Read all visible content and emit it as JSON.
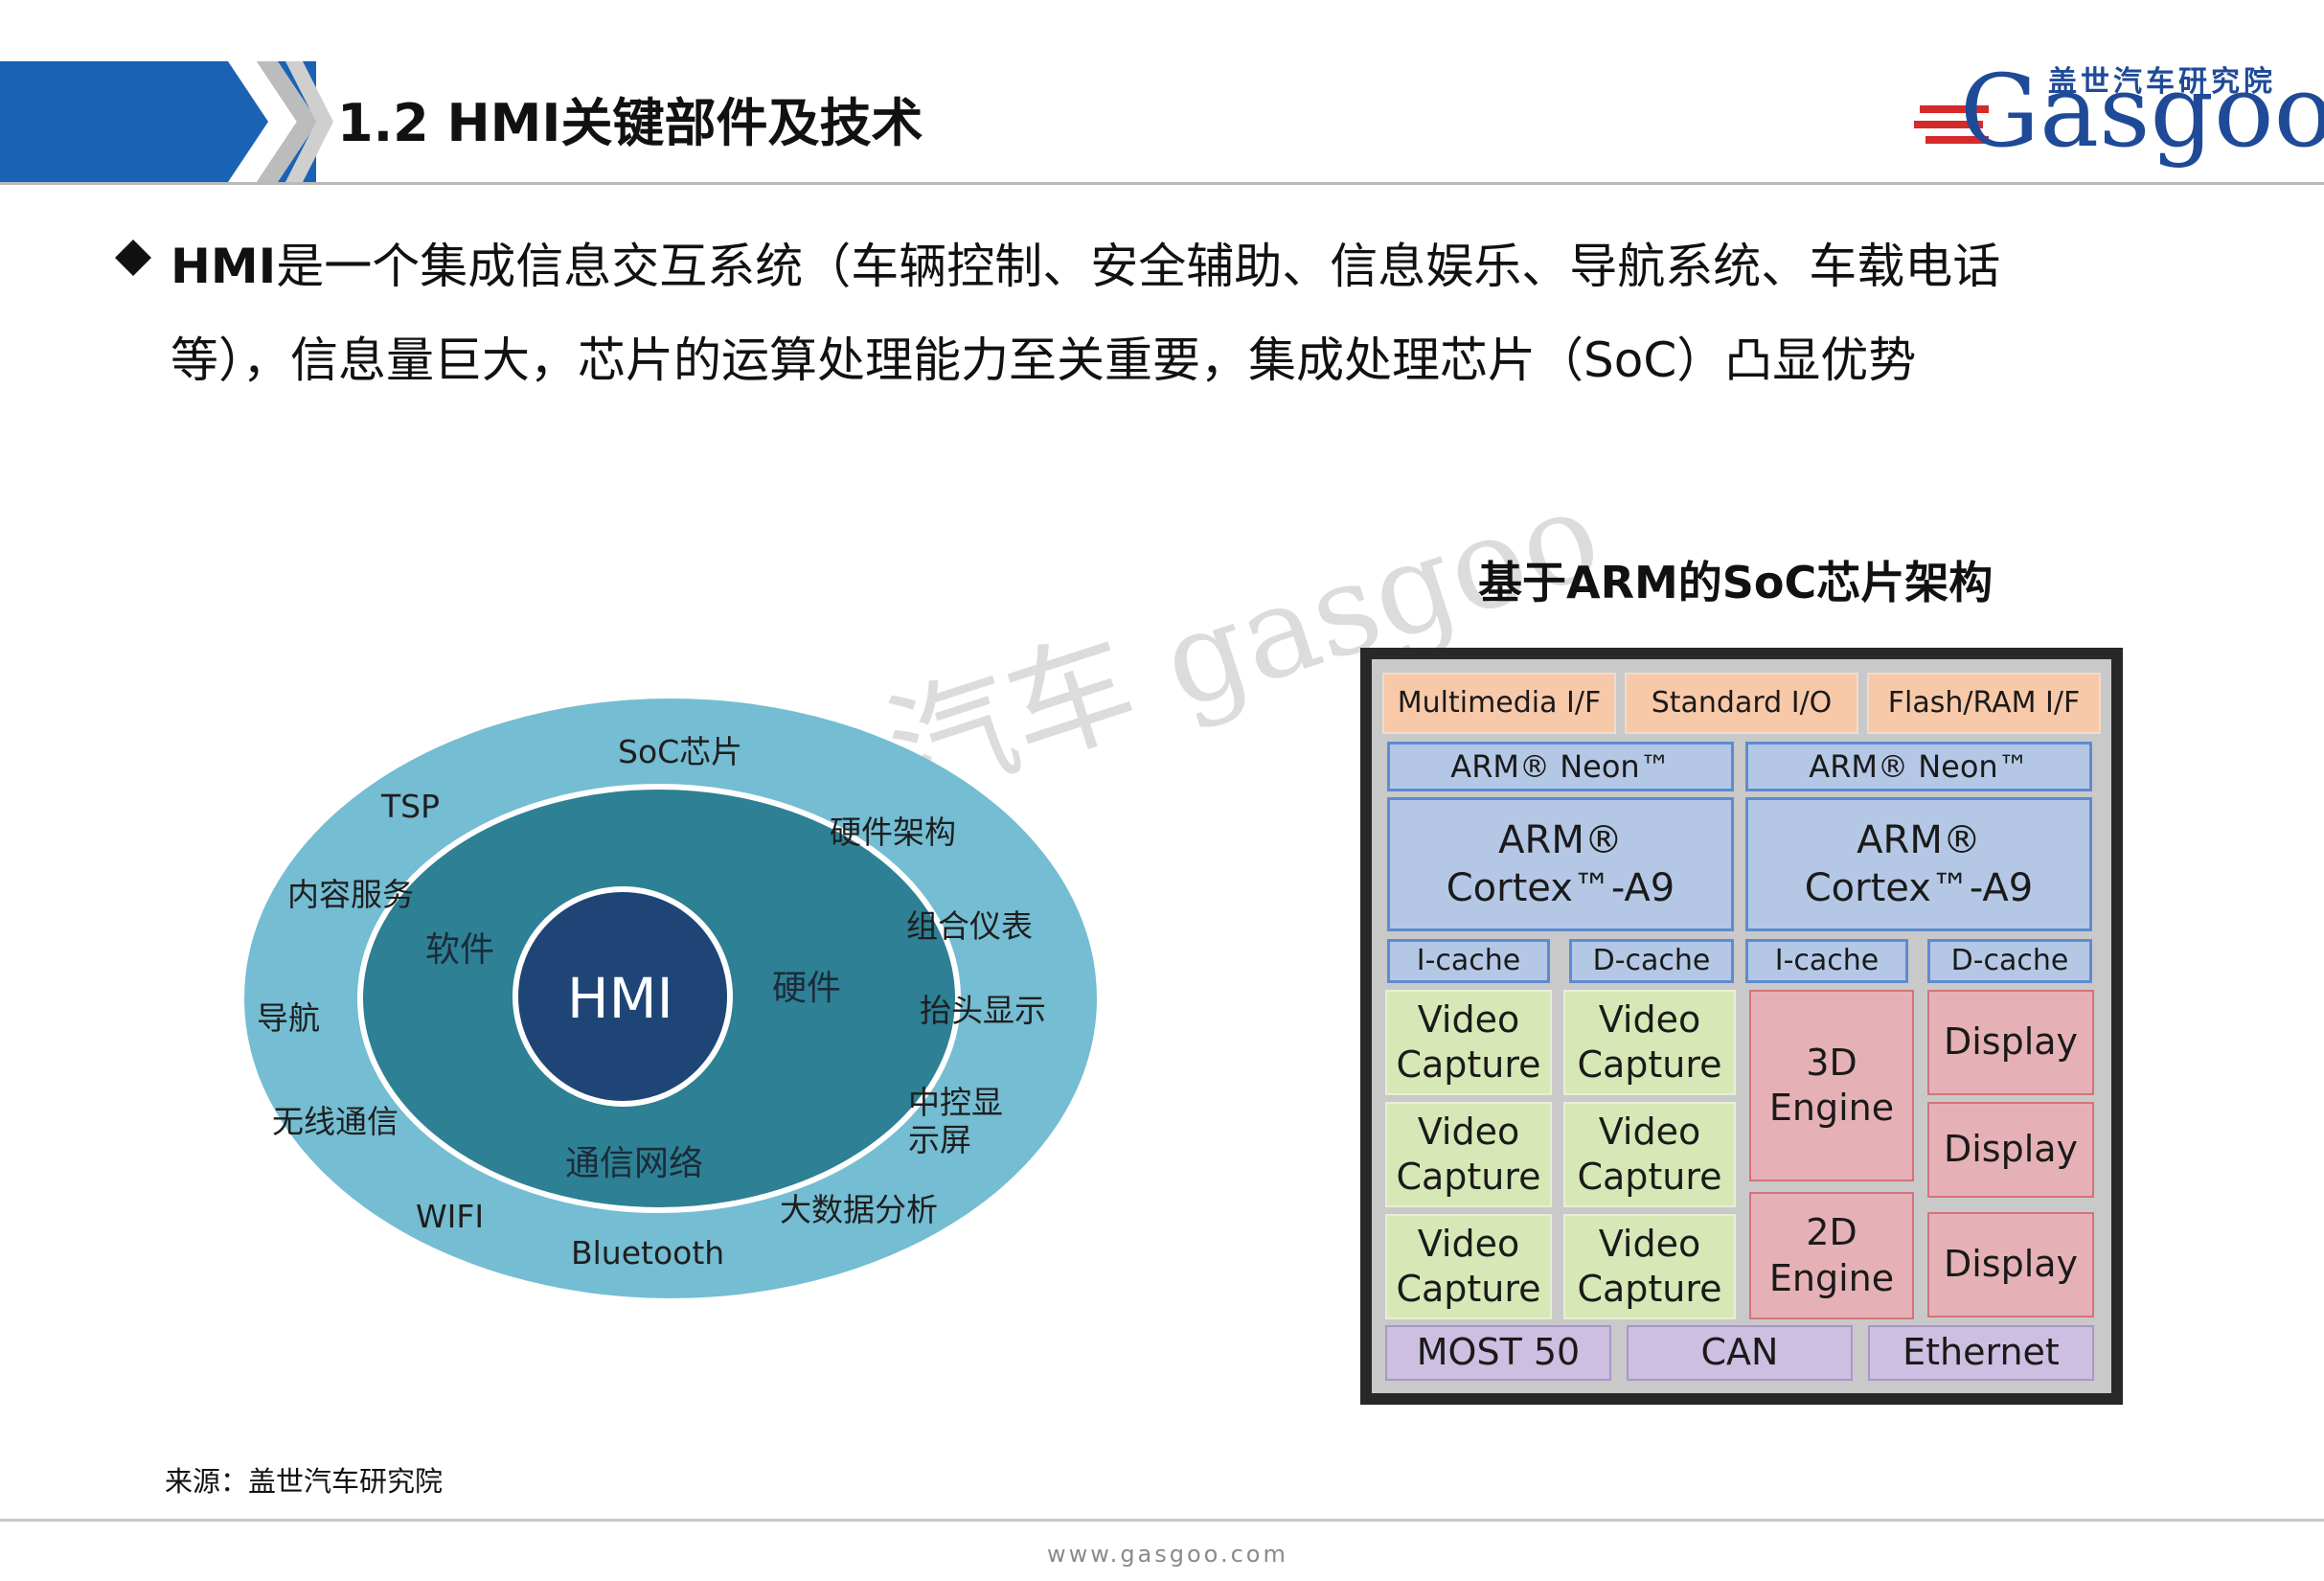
{
  "header": {
    "title": "1.2 HMI关键部件及技术",
    "logo": {
      "cn": "盖世汽车研究院",
      "en": "Gasgoo"
    }
  },
  "bullet": {
    "bold_lead": "HMI",
    "line1_rest": "是一个集成信息交互系统（车辆控制、安全辅助、信息娱乐、导航系统、车载电话",
    "line2": "等），信息量巨大，芯片的运算处理能力至关重要，集成处理芯片（SoC）凸显优势"
  },
  "diagram": {
    "center": "HMI",
    "middle_ring": [
      "软件",
      "硬件",
      "通信网络"
    ],
    "outer_ring": [
      "SoC芯片",
      "TSP",
      "硬件架构",
      "内容服务",
      "组合仪表",
      "导航",
      "抬头显示",
      "无线通信",
      "中控显",
      "示屏",
      "WIFI",
      "大数据分析",
      "Bluetooth"
    ],
    "watermark": "汽车 gasgoo",
    "colors": {
      "outer": "#74bdd2",
      "middle": "#2e8094",
      "center": "#1f4577",
      "border": "#ffffff"
    }
  },
  "soc": {
    "title": "基于ARM的SoC芯片架构",
    "interfaces": [
      "Multimedia I/F",
      "Standard I/O",
      "Flash/RAM I/F"
    ],
    "neon": [
      "ARM® Neon™",
      "ARM® Neon™"
    ],
    "cores": [
      {
        "l1": "ARM®",
        "l2": "Cortex™-A9"
      },
      {
        "l1": "ARM®",
        "l2": "Cortex™-A9"
      }
    ],
    "caches": [
      "I-cache",
      "D-cache",
      "I-cache",
      "D-cache"
    ],
    "video_capture": {
      "l1": "Video",
      "l2": "Capture"
    },
    "engines": [
      {
        "l1": "3D",
        "l2": "Engine"
      },
      {
        "l1": "2D",
        "l2": "Engine"
      }
    ],
    "displays": [
      "Display",
      "Display",
      "Display"
    ],
    "bus": [
      "MOST 50",
      "CAN",
      "Ethernet"
    ]
  },
  "source": "来源：盖世汽车研究院",
  "footer": {
    "url": "www.gasgoo.com"
  }
}
